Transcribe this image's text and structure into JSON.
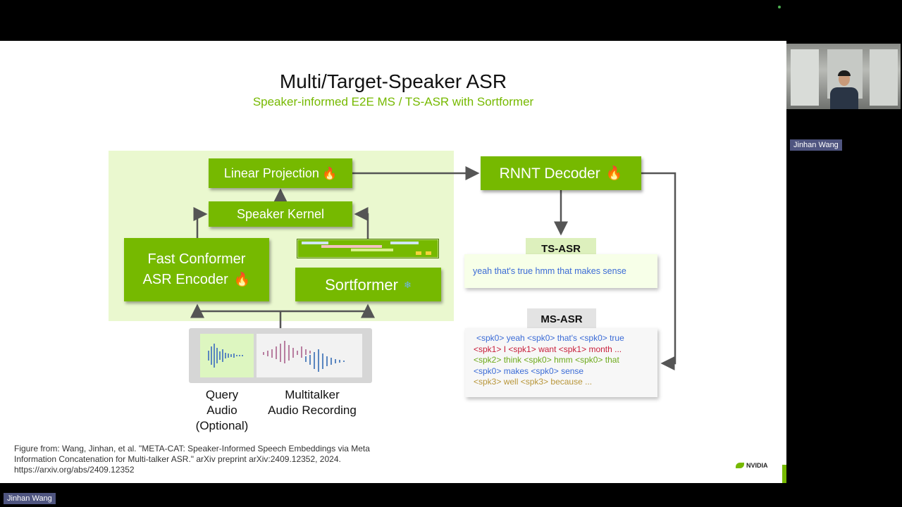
{
  "slide": {
    "title": "Multi/Target-Speaker ASR",
    "subtitle": "Speaker-informed E2E MS / TS-ASR with Sortformer",
    "diagram": {
      "linear_projection": "Linear Projection",
      "speaker_kernel": "Speaker Kernel",
      "encoder_line1": "Fast Conformer",
      "encoder_line2": "ASR Encoder",
      "sortformer": "Sortformer",
      "rnnt_decoder": "RNNT Decoder",
      "ts_asr_label": "TS-ASR",
      "ts_asr_output": "yeah that's true hmm that makes sense",
      "ms_asr_label": "MS-ASR",
      "ms_asr_lines": [
        "<spk0> yeah <spk0> that's <spk0> true",
        "<spk1> I <spk1>  want <spk1> month  ...",
        "<spk2> think  <spk0> hmm <spk0> that",
        "<spk0>  makes <spk0> sense",
        "<spk3> well <spk3> because ..."
      ],
      "query_audio": [
        "Query",
        "Audio",
        "(Optional)"
      ],
      "multitalker_audio": [
        "Multitalker",
        "Audio Recording"
      ]
    },
    "citation": "Figure from: Wang, Jinhan, et al. \"META-CAT: Speaker-Informed Speech Embeddings via Meta Information Concatenation for Multi-talker ASR.\" arXiv preprint arXiv:2409.12352, 2024. https://arxiv.org/abs/2409.12352",
    "logo_text": "NVIDIA"
  },
  "participant": {
    "name": "Jinhan Wang"
  },
  "presenter_name": "Jinhan Wang",
  "icons": [
    "fire-icon",
    "snowflake-icon",
    "nvidia-logo",
    "waveform-icon"
  ],
  "colors": {
    "nvidia_green": "#76b900",
    "light_green": "#eaf8cf",
    "name_badge": "#4f5580"
  }
}
